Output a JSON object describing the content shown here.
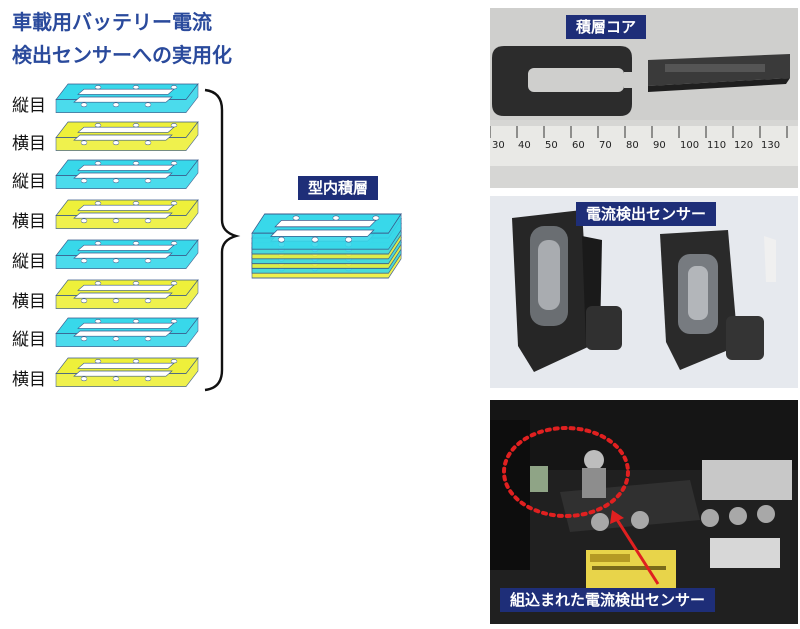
{
  "title": {
    "line1": "車載用バッテリー電流",
    "line2": "検出センサーへの実用化"
  },
  "layers": [
    "縦目",
    "横目",
    "縦目",
    "横目",
    "縦目",
    "横目",
    "縦目",
    "横目"
  ],
  "stack_label": "型内積層",
  "photos": {
    "core": {
      "label": "積層コア",
      "ruler_ticks": [
        "30",
        "40",
        "50",
        "60",
        "70",
        "80",
        "90",
        "100",
        "110",
        "120",
        "130"
      ]
    },
    "sensor": {
      "label": "電流検出センサー"
    },
    "installed": {
      "label": "組込まれた電流検出センサー"
    }
  },
  "colors": {
    "cyan": "#38d8ea",
    "yellow": "#eef03a",
    "title_blue": "#2a4a9c",
    "badge_navy": "#1e2e78",
    "highlight_red": "#e02020"
  }
}
